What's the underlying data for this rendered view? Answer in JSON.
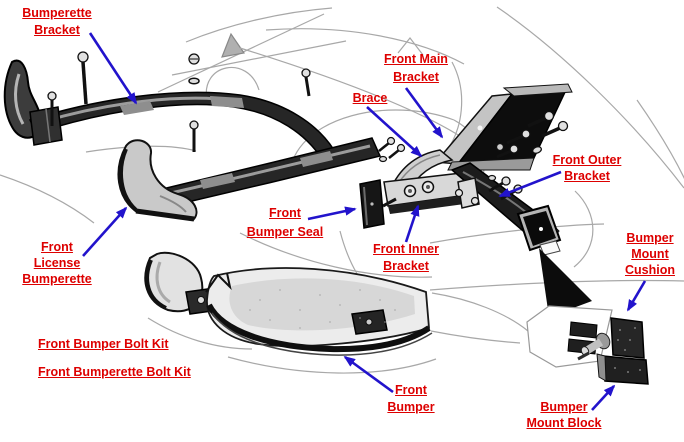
{
  "diagram": {
    "subject": "front-bumper-parts-diagram",
    "colors": {
      "label": "#dd0000",
      "arrow": "#2213cc",
      "ink": "#1a1a1a",
      "background": "#ffffff"
    },
    "labels": {
      "bumperette_bracket": {
        "lines": [
          "Bumperette",
          "Bracket"
        ]
      },
      "front_main_bracket": {
        "lines": [
          "Front Main",
          "Bracket"
        ]
      },
      "brace": {
        "lines": [
          "Brace"
        ]
      },
      "front_outer_bracket": {
        "lines": [
          "Front Outer",
          "Bracket"
        ]
      },
      "front_bumper_seal": {
        "lines": [
          "Front",
          "Bumper Seal"
        ]
      },
      "front_inner_bracket": {
        "lines": [
          "Front Inner",
          "Bracket"
        ]
      },
      "front_license_bumperette": {
        "lines": [
          "Front",
          "License",
          "Bumperette"
        ]
      },
      "bumper_mount_cushion": {
        "lines": [
          "Bumper",
          "Mount",
          "Cushion"
        ]
      },
      "front_bumper_bolt_kit": {
        "lines": [
          "Front Bumper Bolt Kit"
        ]
      },
      "front_bumperette_bolt_kit": {
        "lines": [
          "Front Bumperette Bolt Kit"
        ]
      },
      "front_bumper": {
        "lines": [
          "Front",
          "Bumper"
        ]
      },
      "bumper_mount_block": {
        "lines": [
          "Bumper",
          "Mount Block"
        ]
      }
    }
  }
}
